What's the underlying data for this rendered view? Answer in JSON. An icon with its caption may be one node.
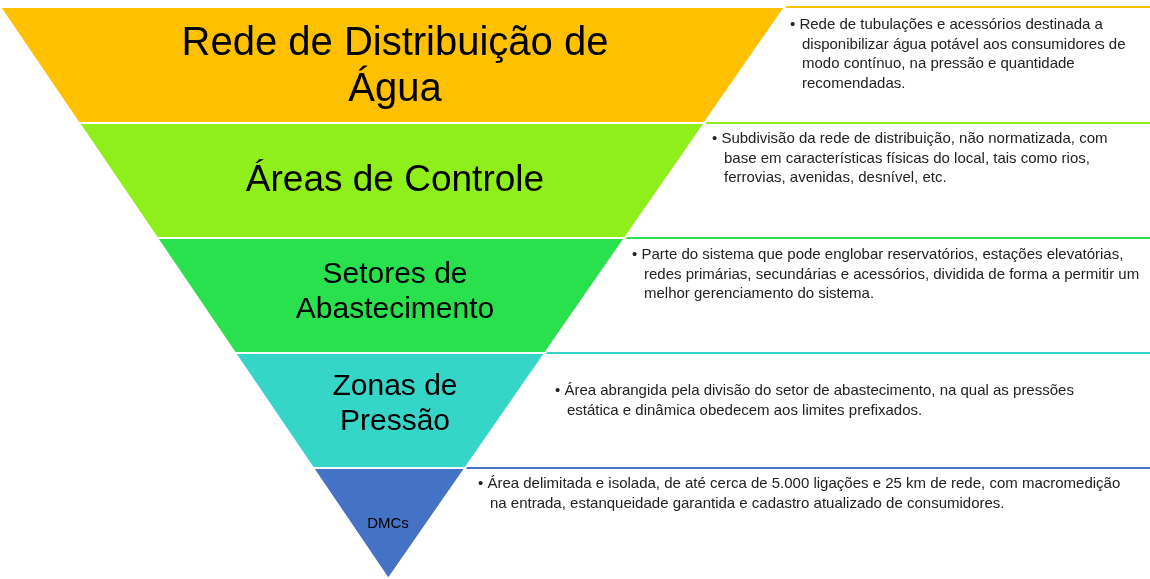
{
  "diagram": {
    "nodes": [
      {
        "text": [
          "Rede de Distribuição de Água"
        ],
        "beside": [
          "• Rede de tubulações e acessórios destinada a disponibilizar água potável aos consumidores de modo contínuo, na pressão e quantidade recomendadas."
        ]
      },
      {
        "text": [
          "Áreas de Controle"
        ],
        "beside": [
          "• Subdivisão da rede de distribuição, não normatizada, com base em características físicas do local, tais como rios, ferrovias, avenidas, desnível, etc."
        ]
      },
      {
        "text": [
          "Setores de Abastecimento"
        ],
        "beside": [
          "• Parte do sistema que pode englobar reservatórios, estações elevatórias, redes primárias, secundárias e acessórios, dividida de forma a permitir um melhor gerenciamento do sistema."
        ]
      },
      {
        "text": [
          "Zonas de Pressão"
        ],
        "beside": [
          "• Área abrangida pela divisão do setor de abastecimento, na qual as pressões estática e dinâmica obedecem aos limites prefixados."
        ]
      },
      {
        "text": [
          "DMCs"
        ],
        "beside": [
          "• Área delimitada e isolada, de até cerca de 5.000 ligações e 25 km de rede, com macromedição na entrada, estanqueidade garantida e cadastro atualizado de consumidores."
        ]
      }
    ],
    "edges": []
  }
}
